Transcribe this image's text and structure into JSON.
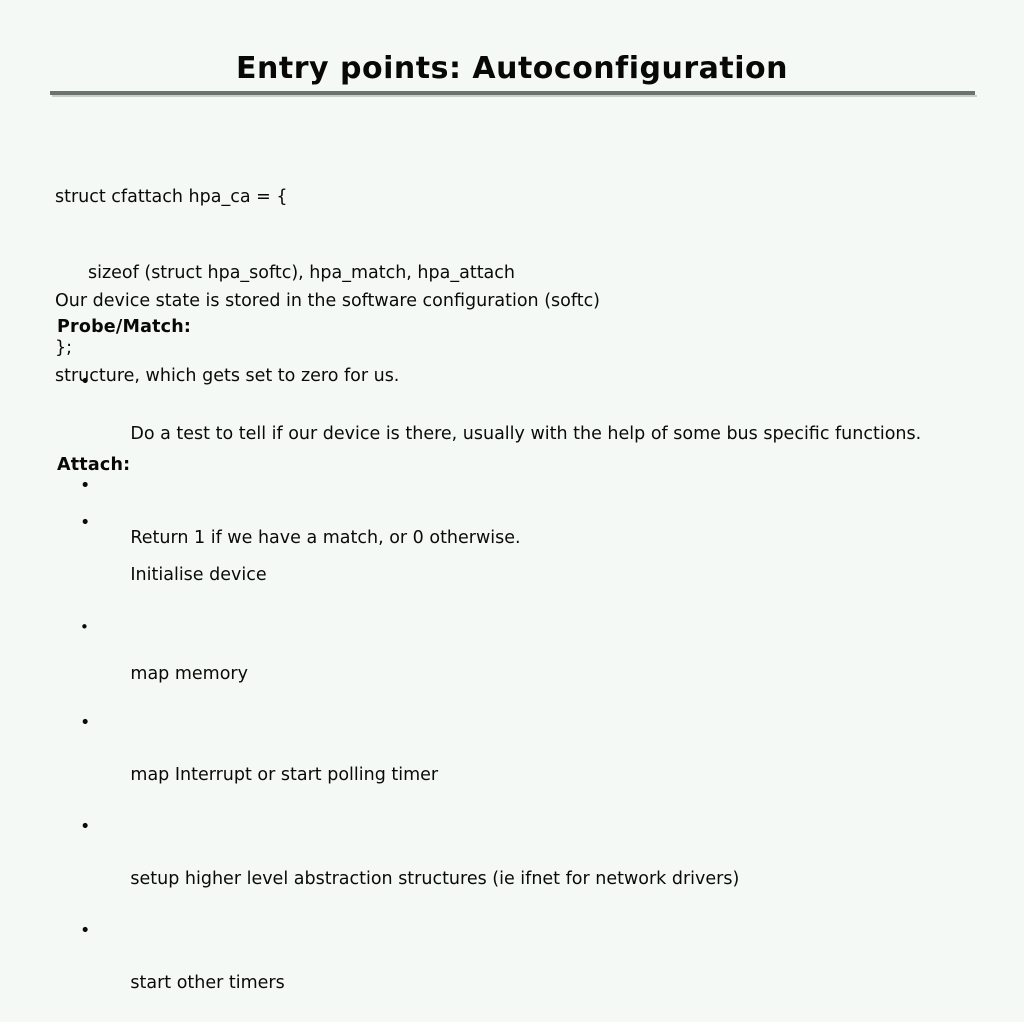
{
  "slide": {
    "title": "Entry points: Autoconfiguration",
    "background_color": "#f4f9f5",
    "text_color": "#0a0a0a",
    "rule_color": "#6b7270",
    "rule_shadow_color": "#c6cfca"
  },
  "code_block": {
    "lines": [
      "struct cfattach hpa_ca = {",
      "sizeof (struct hpa_softc), hpa_match, hpa_attach",
      "};"
    ]
  },
  "paragraph": {
    "lines": [
      "Our device state is stored in the software configuration (softc)",
      "structure, which gets set to zero for us."
    ]
  },
  "sections": [
    {
      "heading": "Probe/Match:",
      "bullet_marker": "•",
      "bullets": [
        "Do a test to tell if our device is there, usually with the help of some bus specific functions.",
        "Return 1 if we have a match, or 0 otherwise."
      ]
    },
    {
      "heading": "Attach:",
      "bullet_marker": "•",
      "bullets": [
        "Initialise device",
        "map memory",
        "map Interrupt or start polling timer",
        "setup higher level abstraction structures (ie ifnet for network drivers)",
        "start other timers"
      ]
    }
  ]
}
